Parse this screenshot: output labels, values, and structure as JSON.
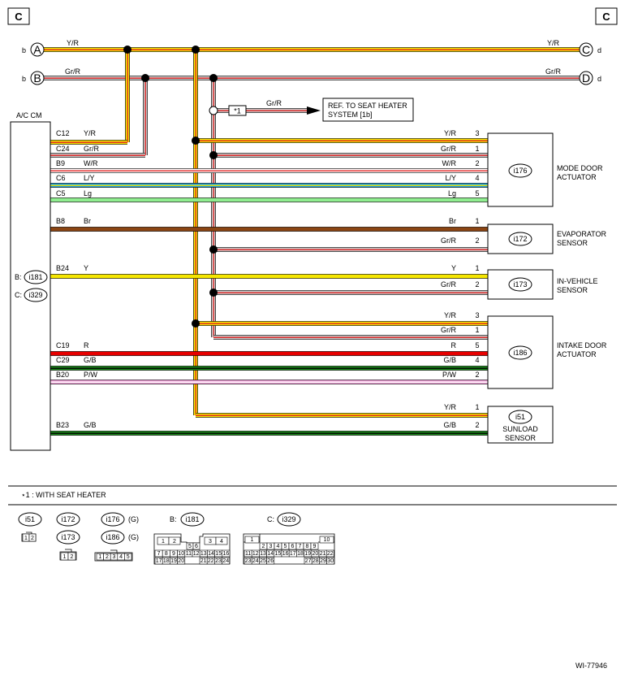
{
  "corner_label_left": "C",
  "corner_label_right": "C",
  "terminals": [
    {
      "side_left": "b",
      "letter": "A",
      "side_right": "d",
      "right_letter": "C",
      "wire": "Y/R"
    },
    {
      "side_left": "b",
      "letter": "B",
      "side_right": "d",
      "right_letter": "D",
      "wire": "Gr/R"
    }
  ],
  "seat_heater": {
    "mark": "*1",
    "wire": "Gr/R",
    "ref_line1": "REF. TO SEAT HEATER",
    "ref_line2": "SYSTEM  [1b]"
  },
  "ac_cm": {
    "title": "A/C CM",
    "conn_b_prefix": "B:",
    "conn_b": "i181",
    "conn_c_prefix": "C:",
    "conn_c": "i329"
  },
  "wires": [
    {
      "pin": "C12",
      "color_code": "Y/R",
      "far_color": "Y/R",
      "far_pin": "3",
      "colors": [
        "#f5e600",
        "#e02020"
      ]
    },
    {
      "pin": "C24",
      "color_code": "Gr/R",
      "far_color": "Gr/R",
      "far_pin": "1",
      "colors": [
        "#c8c8c8",
        "#e02020"
      ]
    },
    {
      "pin": "B9",
      "color_code": "W/R",
      "far_color": "W/R",
      "far_pin": "2",
      "colors": [
        "#ffffff",
        "#e02020"
      ]
    },
    {
      "pin": "C6",
      "color_code": "L/Y",
      "far_color": "L/Y",
      "far_pin": "4",
      "colors": [
        "#1fa0e0",
        "#f5e600"
      ]
    },
    {
      "pin": "C5",
      "color_code": "Lg",
      "far_color": "Lg",
      "far_pin": "5",
      "colors": [
        "#90ee90"
      ]
    },
    {
      "pin": "B8",
      "color_code": "Br",
      "far_color": "Br",
      "far_pin": "1",
      "colors": [
        "#8b4513"
      ]
    },
    {
      "pin": "",
      "color_code": "",
      "far_color": "Gr/R",
      "far_pin": "2",
      "colors": [
        "#c8c8c8",
        "#e02020"
      ]
    },
    {
      "pin": "B24",
      "color_code": "Y",
      "far_color": "Y",
      "far_pin": "1",
      "colors": [
        "#f5e600"
      ]
    },
    {
      "pin": "",
      "color_code": "",
      "far_color": "Gr/R",
      "far_pin": "2",
      "colors": [
        "#c8c8c8",
        "#e02020"
      ]
    },
    {
      "pin": "",
      "color_code": "",
      "far_color": "Y/R",
      "far_pin": "3",
      "colors": [
        "#f5e600",
        "#e02020"
      ]
    },
    {
      "pin": "",
      "color_code": "",
      "far_color": "Gr/R",
      "far_pin": "1",
      "colors": [
        "#c8c8c8",
        "#e02020"
      ]
    },
    {
      "pin": "C19",
      "color_code": "R",
      "far_color": "R",
      "far_pin": "5",
      "colors": [
        "#e60000"
      ]
    },
    {
      "pin": "C29",
      "color_code": "G/B",
      "far_color": "G/B",
      "far_pin": "4",
      "colors": [
        "#1a8a1a",
        "#000000"
      ]
    },
    {
      "pin": "B20",
      "color_code": "P/W",
      "far_color": "P/W",
      "far_pin": "2",
      "colors": [
        "#f0a0d8",
        "#ffffff"
      ]
    },
    {
      "pin": "",
      "color_code": "",
      "far_color": "Y/R",
      "far_pin": "1",
      "colors": [
        "#f5e600",
        "#e02020"
      ]
    },
    {
      "pin": "B23",
      "color_code": "G/B",
      "far_color": "G/B",
      "far_pin": "2",
      "colors": [
        "#1a8a1a",
        "#000000"
      ]
    }
  ],
  "components": [
    {
      "id": "i176",
      "name_line1": "MODE DOOR",
      "name_line2": "ACTUATOR"
    },
    {
      "id": "i172",
      "name_line1": "EVAPORATOR",
      "name_line2": "SENSOR"
    },
    {
      "id": "i173",
      "name_line1": "IN-VEHICLE",
      "name_line2": "SENSOR"
    },
    {
      "id": "i186",
      "name_line1": "INTAKE DOOR",
      "name_line2": "ACTUATOR"
    },
    {
      "id": "i51",
      "name_line1": "SUNLOAD",
      "name_line2": "SENSOR"
    }
  ],
  "footnote": "⋆1  : WITH SEAT HEATER",
  "connector_legend": {
    "i51": "i51",
    "i172": "i172",
    "i173": "i173",
    "i176": "i176",
    "i186": "i186",
    "g_suffix": "(G)",
    "b_prefix": "B:",
    "b_id": "i181",
    "c_prefix": "C:",
    "c_id": "i329",
    "pins_2": [
      "1",
      "2"
    ],
    "pins_5": [
      "1",
      "2",
      "3",
      "4",
      "5"
    ],
    "b_top": [
      "1",
      "2",
      "3",
      "4"
    ],
    "b_mid": [
      "5",
      "6"
    ],
    "b_row2": [
      "7",
      "8",
      "9",
      "10",
      "11",
      "12",
      "13",
      "14",
      "15",
      "16"
    ],
    "b_row3": [
      "17",
      "18",
      "19",
      "20",
      "21",
      "22",
      "23",
      "24"
    ],
    "c_top": [
      "1",
      "10"
    ],
    "c_row1": [
      "2",
      "3",
      "4",
      "5",
      "6",
      "7",
      "8",
      "9"
    ],
    "c_row2": [
      "11",
      "12",
      "13",
      "14",
      "15",
      "16",
      "17",
      "18",
      "19",
      "20",
      "21",
      "22"
    ],
    "c_row3": [
      "23",
      "24",
      "25",
      "26",
      "27",
      "28",
      "29",
      "30"
    ]
  },
  "diagram_code": "WI-77946"
}
